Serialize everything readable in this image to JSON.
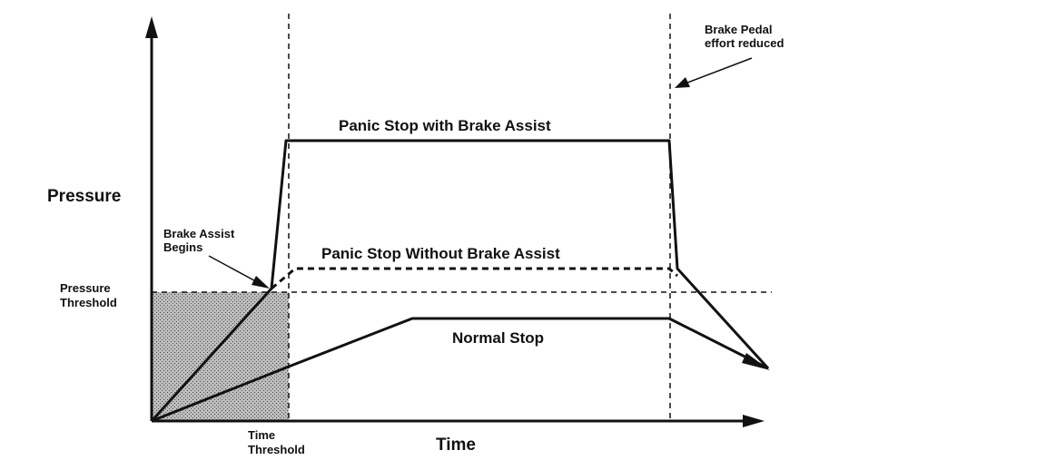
{
  "diagram": {
    "y_axis_label": "Pressure",
    "x_axis_label": "Time",
    "pressure_threshold": [
      "Pressure",
      "Threshold"
    ],
    "time_threshold": [
      "Time",
      "Threshold"
    ],
    "brake_assist_begins": [
      "Brake Assist",
      "Begins"
    ],
    "brake_pedal_reduced": [
      "Brake Pedal",
      "effort reduced"
    ],
    "curves": {
      "panic_with": "Panic Stop with Brake Assist",
      "panic_without": "Panic Stop Without Brake Assist",
      "normal": "Normal Stop"
    }
  }
}
